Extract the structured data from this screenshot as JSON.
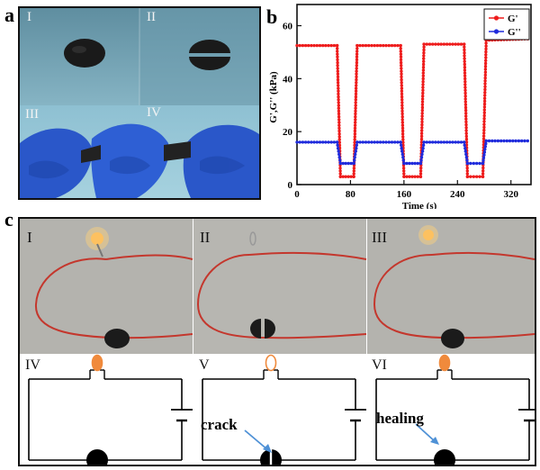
{
  "panels": {
    "a": {
      "letter": "a",
      "labels": [
        "I",
        "II",
        "III",
        "IV"
      ]
    },
    "b": {
      "letter": "b"
    },
    "c": {
      "letter": "c",
      "photo_labels": [
        "I",
        "II",
        "III"
      ],
      "circuit_labels": [
        "IV",
        "V",
        "VI"
      ],
      "annotations": {
        "crack": "crack",
        "healing": "healing"
      }
    }
  },
  "colors": {
    "red": "#ee1c1c",
    "blue": "#1f2bdc",
    "bulb": "#f08a3c",
    "glove": "#2a57c9"
  },
  "chart_data": {
    "type": "line",
    "xlabel": "Time (s)",
    "ylabel": "G',G'' (kPa)",
    "xlim": [
      0,
      350
    ],
    "ylim": [
      0,
      68
    ],
    "xticks": [
      "0",
      "80",
      "160",
      "240",
      "320"
    ],
    "yticks": [
      "0",
      "20",
      "40",
      "60"
    ],
    "legend": "top-right",
    "grid": false,
    "series": [
      {
        "name": "G'",
        "color": "#ee1c1c",
        "points": [
          [
            0,
            52.5
          ],
          [
            60,
            52.5
          ],
          [
            65,
            3
          ],
          [
            85,
            3
          ],
          [
            90,
            52.5
          ],
          [
            155,
            52.5
          ],
          [
            160,
            3
          ],
          [
            185,
            3
          ],
          [
            190,
            53
          ],
          [
            250,
            53
          ],
          [
            255,
            3
          ],
          [
            278,
            3
          ],
          [
            283,
            54.5
          ],
          [
            345,
            55
          ]
        ]
      },
      {
        "name": "G''",
        "color": "#1f2bdc",
        "points": [
          [
            0,
            16
          ],
          [
            60,
            16
          ],
          [
            65,
            8
          ],
          [
            85,
            8
          ],
          [
            90,
            16
          ],
          [
            155,
            16
          ],
          [
            160,
            8
          ],
          [
            185,
            8
          ],
          [
            190,
            16
          ],
          [
            250,
            16
          ],
          [
            255,
            8
          ],
          [
            278,
            8
          ],
          [
            283,
            16.5
          ],
          [
            345,
            16.5
          ]
        ]
      }
    ]
  }
}
